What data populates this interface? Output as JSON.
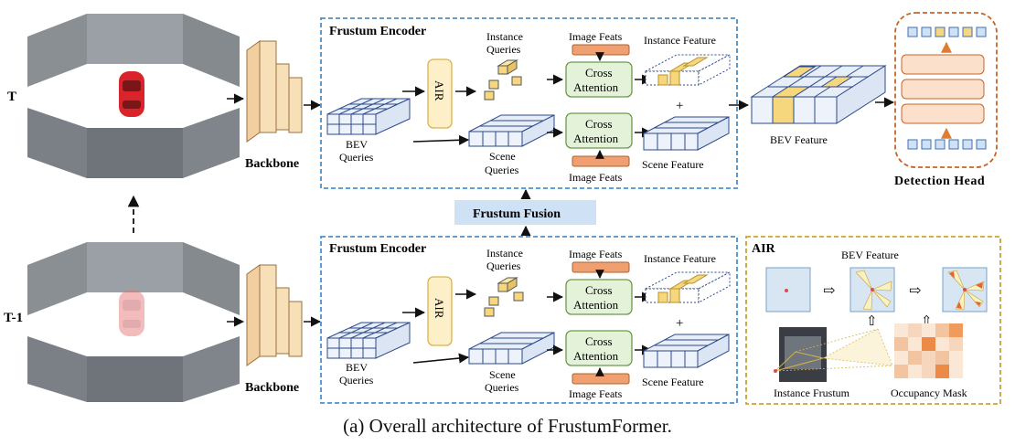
{
  "labels": {
    "time_t": "T",
    "time_t1": "T-1",
    "backbone": "Backbone",
    "frustum_encoder": "Frustum Encoder",
    "air_block": "AIR",
    "instance_queries": [
      "Instance",
      "Queries"
    ],
    "scene_queries": [
      "Scene",
      "Queries"
    ],
    "bev_queries": [
      "BEV",
      "Queries"
    ],
    "image_feats": "Image Feats",
    "cross_attention": [
      "Cross",
      "Attention"
    ],
    "instance_feature": "Instance Feature",
    "scene_feature": "Scene Feature",
    "plus": "+",
    "bev_feature": "BEV Feature",
    "detection_head": "Detection Head",
    "frustum_fusion": "Frustum Fusion",
    "air_panel_title": "AIR",
    "air_bev_feature": "BEV Feature",
    "instance_frustum": "Instance Frustum",
    "occupancy_mask": "Occupancy Mask"
  },
  "caption": "(a) Overall architecture of FrustumFormer.",
  "colors": {
    "encoder_border": "#4a8fd0",
    "head_border": "#c8642a",
    "air_panel_border": "#c9a23a",
    "grid_fill": "#e8eef8",
    "grid_stroke": "#2c4a8c",
    "highlight": "#f6d77e",
    "image_feats": "#f0a070",
    "cross_attention_fill": "#e4f2da",
    "cross_attention_stroke": "#6a9a4a",
    "air_fill": "#fdf0c8",
    "air_stroke": "#d9b24a",
    "backbone": "#f7dfb8",
    "frustum_fusion": "#cfe1f4",
    "head_slab": "#fbe0cc",
    "red_dot": "#e04a4a"
  }
}
